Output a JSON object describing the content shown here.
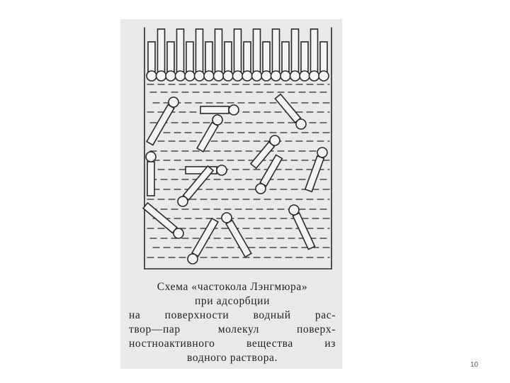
{
  "slide": {
    "page_number": "10"
  },
  "figure": {
    "caption_lines": [
      "Схема «частокола Лэнгмюра»",
      "при адсорбции",
      "на поверхности водный рас-",
      "твор—пар молекул поверх-",
      "ностноактивного вещества из",
      "водного раствора."
    ]
  },
  "colors": {
    "scan_background": "#e9e9e7",
    "ink": "#2a2a2a"
  }
}
